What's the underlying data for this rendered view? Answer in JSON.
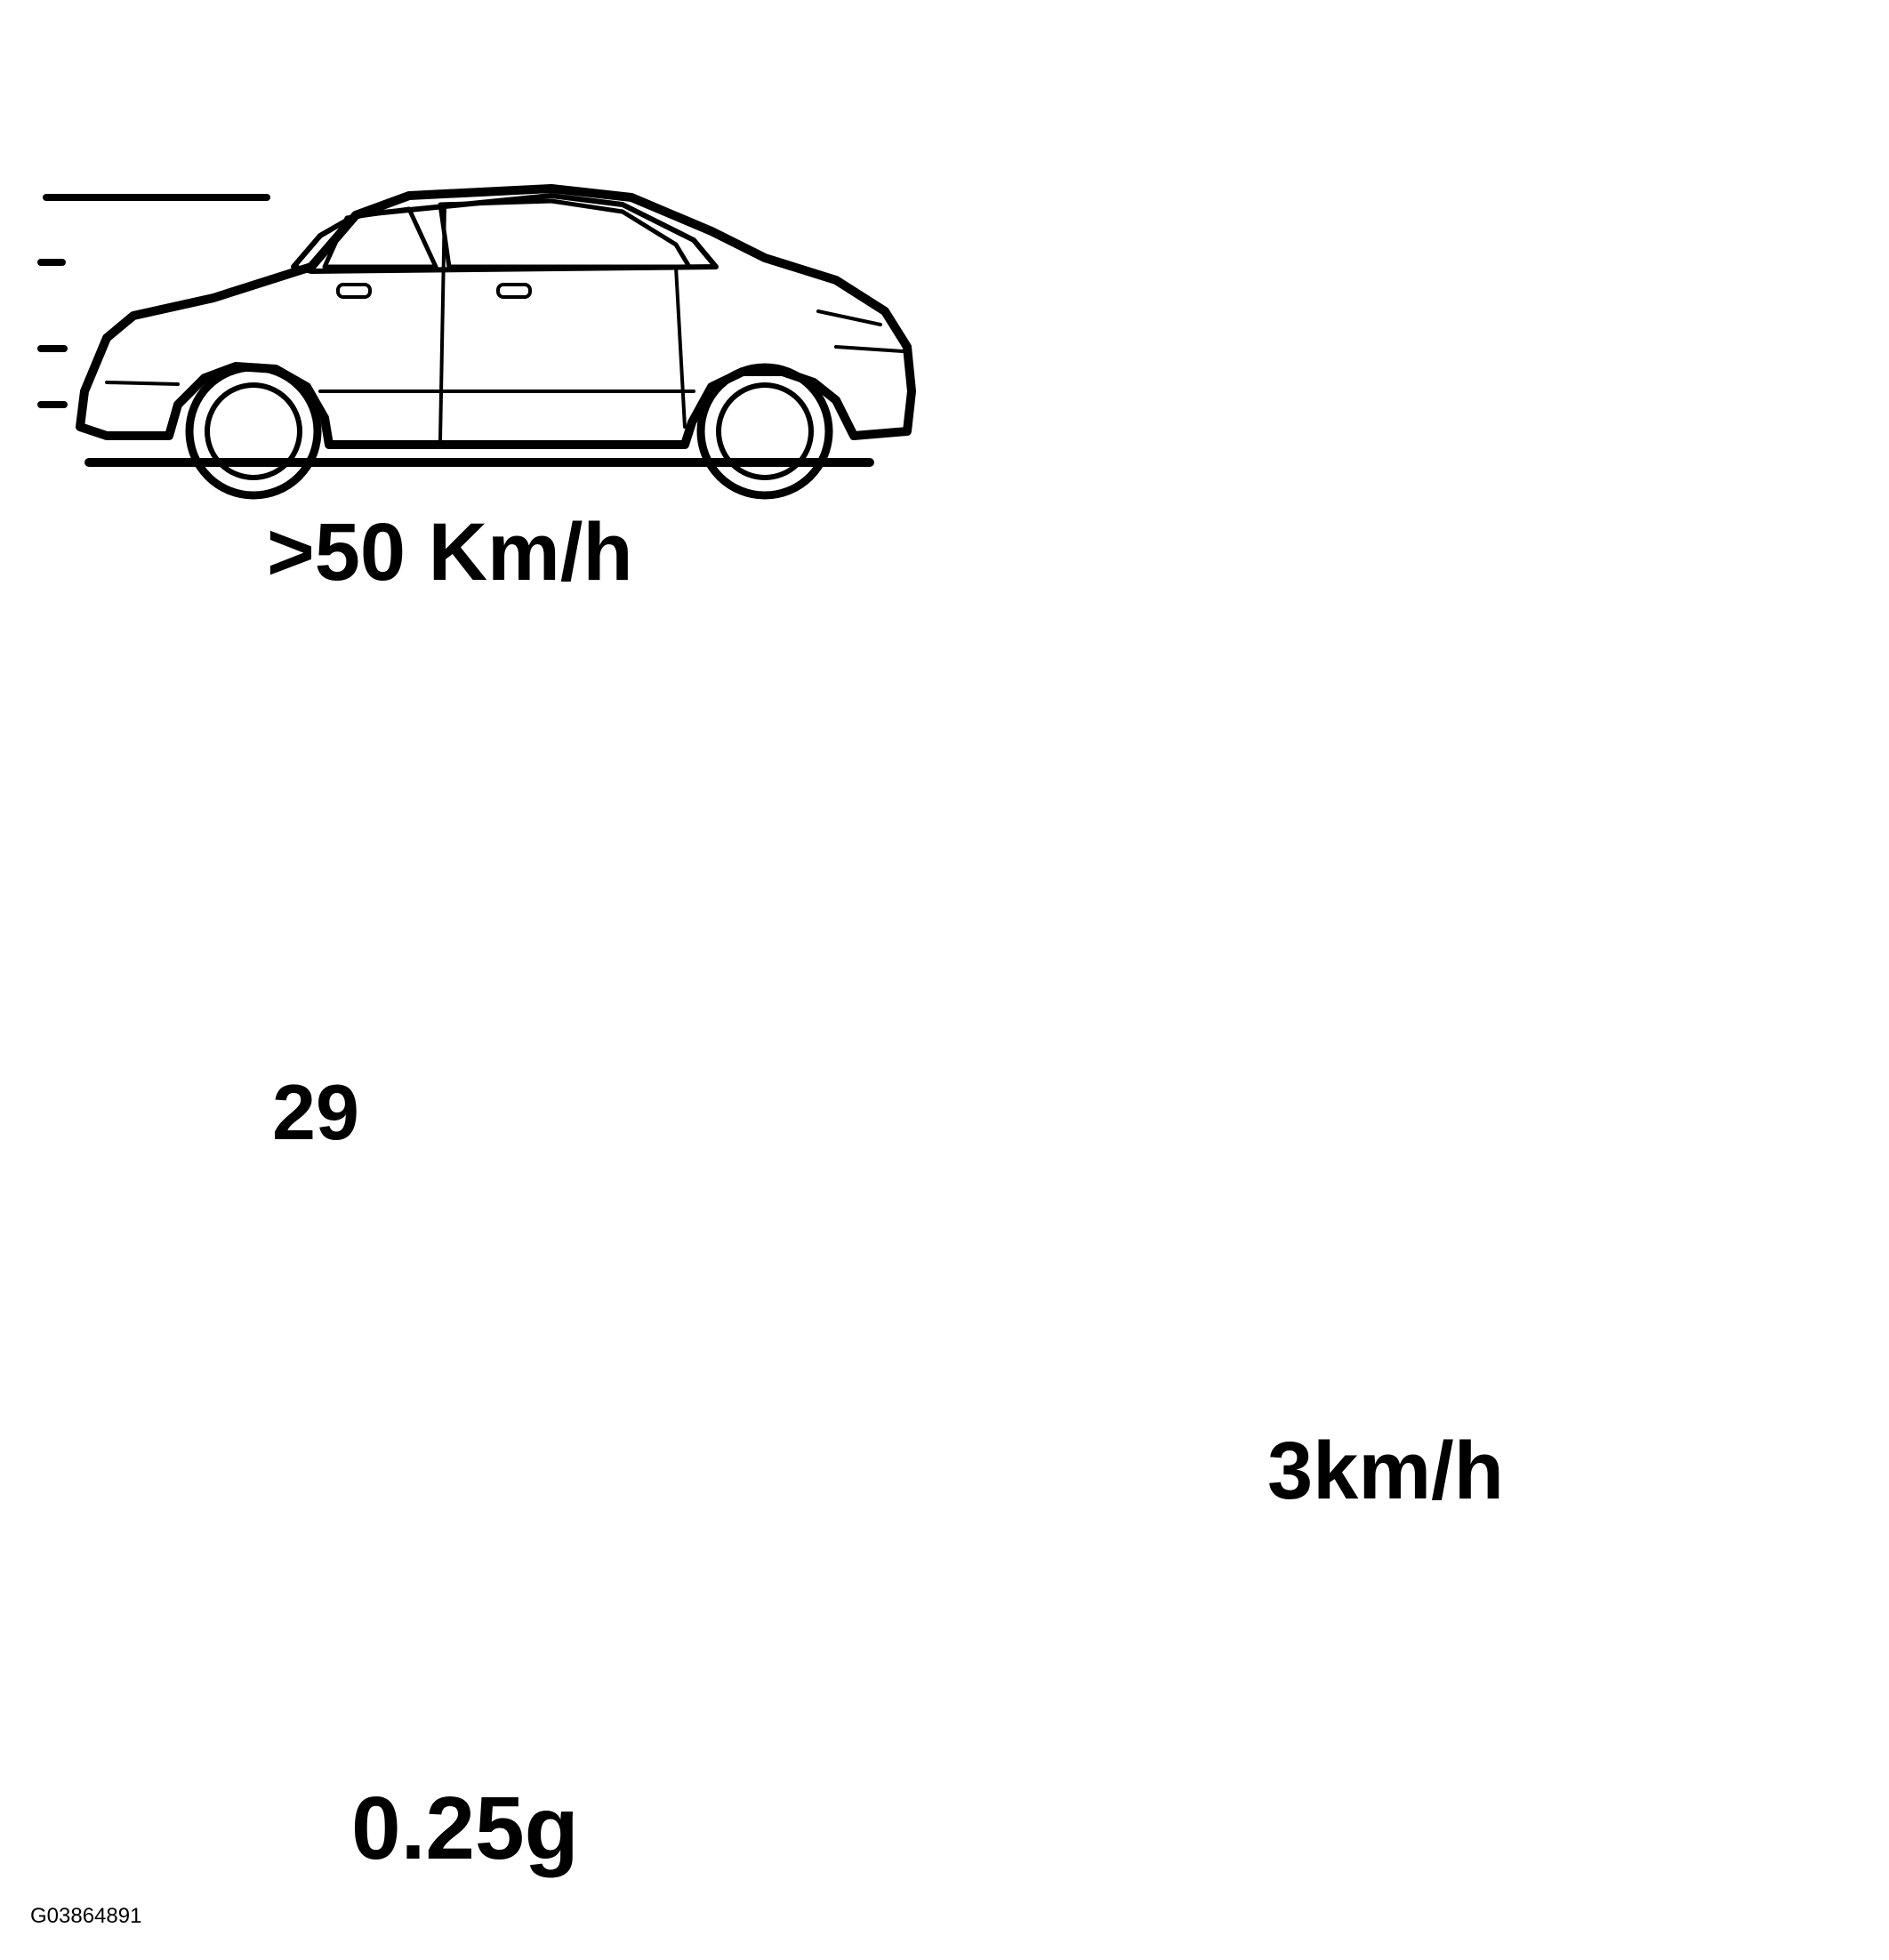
{
  "figure": {
    "speed_condition": ">50 Km/h",
    "brake_switch_ref": "29",
    "deceleration_condition": "0.25g",
    "wheel_speed_difference": "3km/h",
    "figure_code": "G03864891"
  },
  "colors": {
    "line": "#000000",
    "background": "#ffffff"
  },
  "icons": [
    "moving-car-side-icon",
    "abs-control-unit-icon",
    "brake-light-switch-icon",
    "braking-car-side-icon",
    "car-top-view-icon",
    "hollow-arrow-icon",
    "solid-arrow-icon"
  ]
}
